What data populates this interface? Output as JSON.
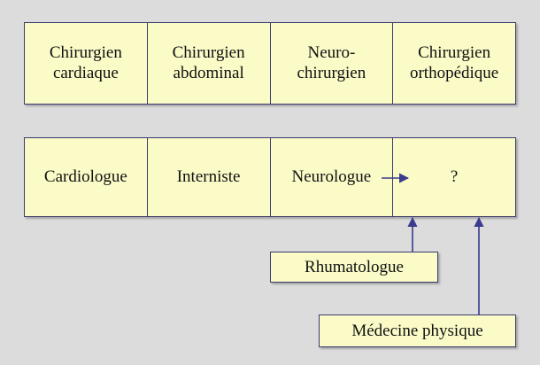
{
  "diagram": {
    "background_color": "#dcdcdc",
    "box_fill_color": "#fbfbc8",
    "box_border_color": "#3a3a6e",
    "arrow_color": "#3a3a8e",
    "text_color": "#111111",
    "surgical_row": {
      "name": "specialites-chirurgicales",
      "cells": [
        {
          "label": "Chirurgien\ncardiaque",
          "line1": "Chirurgien",
          "line2": "cardiaque"
        },
        {
          "label": "Chirurgien\nabdominal",
          "line1": "Chirurgien",
          "line2": "abdominal"
        },
        {
          "label": "Neuro-\nchirurgien",
          "line1": "Neuro-",
          "line2": "chirurgien"
        },
        {
          "label": "Chirurgien\northopédique",
          "line1": "Chirurgien",
          "line2": "orthopédique"
        }
      ]
    },
    "medical_row": {
      "name": "specialites-medicales",
      "cells": [
        {
          "label": "Cardiologue"
        },
        {
          "label": "Interniste"
        },
        {
          "label": "Neurologue"
        },
        {
          "label": "?"
        }
      ]
    },
    "candidate_boxes": [
      {
        "label": "Rhumatologue"
      },
      {
        "label": "Médecine physique"
      }
    ],
    "arrows": [
      {
        "name": "arrow-neurologue-to-question",
        "direction": "right"
      },
      {
        "name": "arrow-rhumatologue-to-question",
        "direction": "up"
      },
      {
        "name": "arrow-medecine-physique-to-question",
        "direction": "up"
      }
    ]
  }
}
